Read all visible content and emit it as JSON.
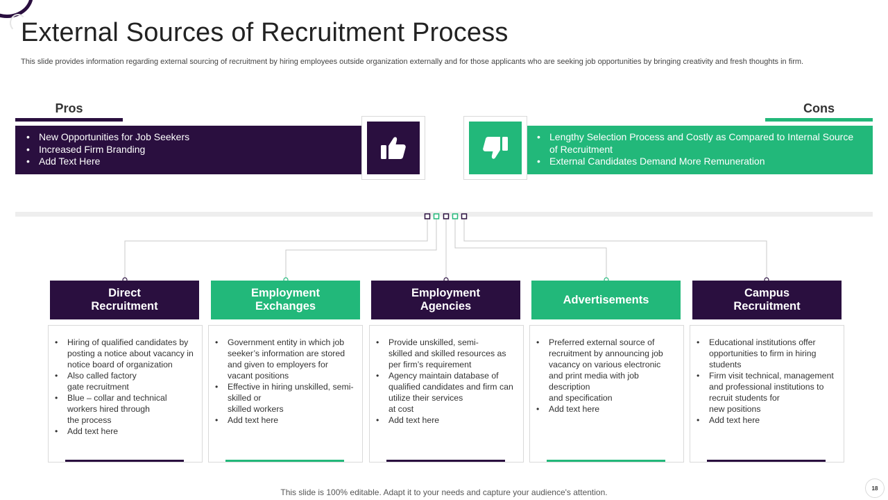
{
  "header": {
    "title": "External Sources of Recruitment Process",
    "subtitle": "This slide provides information regarding external sourcing of recruitment by hiring employees outside organization externally and for those applicants who are seeking job opportunities by bringing creativity and fresh thoughts in firm."
  },
  "pros": {
    "heading": "Pros",
    "icon": "thumbs-up-icon",
    "items": [
      "New Opportunities for Job Seekers",
      "Increased Firm Branding",
      "Add Text Here"
    ]
  },
  "cons": {
    "heading": "Cons",
    "icon": "thumbs-down-icon",
    "items": [
      "Lengthy Selection Process and Costly as Compared to Internal Source of Recruitment",
      "External Candidates Demand More Remuneration"
    ]
  },
  "colors": {
    "dark": "#2a0f3f",
    "green": "#22b87a"
  },
  "columns": [
    {
      "title": "Direct\nRecruitment",
      "theme": "dark",
      "items": [
        "Hiring of qualified candidates by posting a notice about vacancy in notice board of organization",
        "Also called factory\ngate recruitment",
        "Blue – collar and technical workers hired through\nthe process",
        "Add text here"
      ]
    },
    {
      "title": "Employment\nExchanges",
      "theme": "green",
      "items": [
        "Government  entity in which job seeker’s information  are stored and given to employers for\nvacant  positions",
        "Effective  in hiring unskilled, semi- skilled or\nskilled workers",
        "Add text here"
      ]
    },
    {
      "title": "Employment\nAgencies",
      "theme": "dark",
      "items": [
        "Provide  unskilled, semi-\nskilled and skilled resources as per firm’s requirement",
        "Agency maintain database of qualified candidates and firm can utilize their services\nat cost",
        "Add text here"
      ]
    },
    {
      "title": "Advertisements",
      "theme": "green",
      "items": [
        "Preferred  external source of recruitment by announcing job vacancy  on various electronic and print media with job description\nand specification",
        "Add text here"
      ]
    },
    {
      "title": "Campus\nRecruitment",
      "theme": "dark",
      "items": [
        "Educational institutions offer  opportunities to firm in hiring students",
        "Firm visit technical, management  and professional institutions to recruit students for\nnew positions",
        "Add text here"
      ]
    }
  ],
  "footer": {
    "note": "This slide is 100% editable. Adapt it to your needs and capture your audience's attention.",
    "page": "18"
  }
}
